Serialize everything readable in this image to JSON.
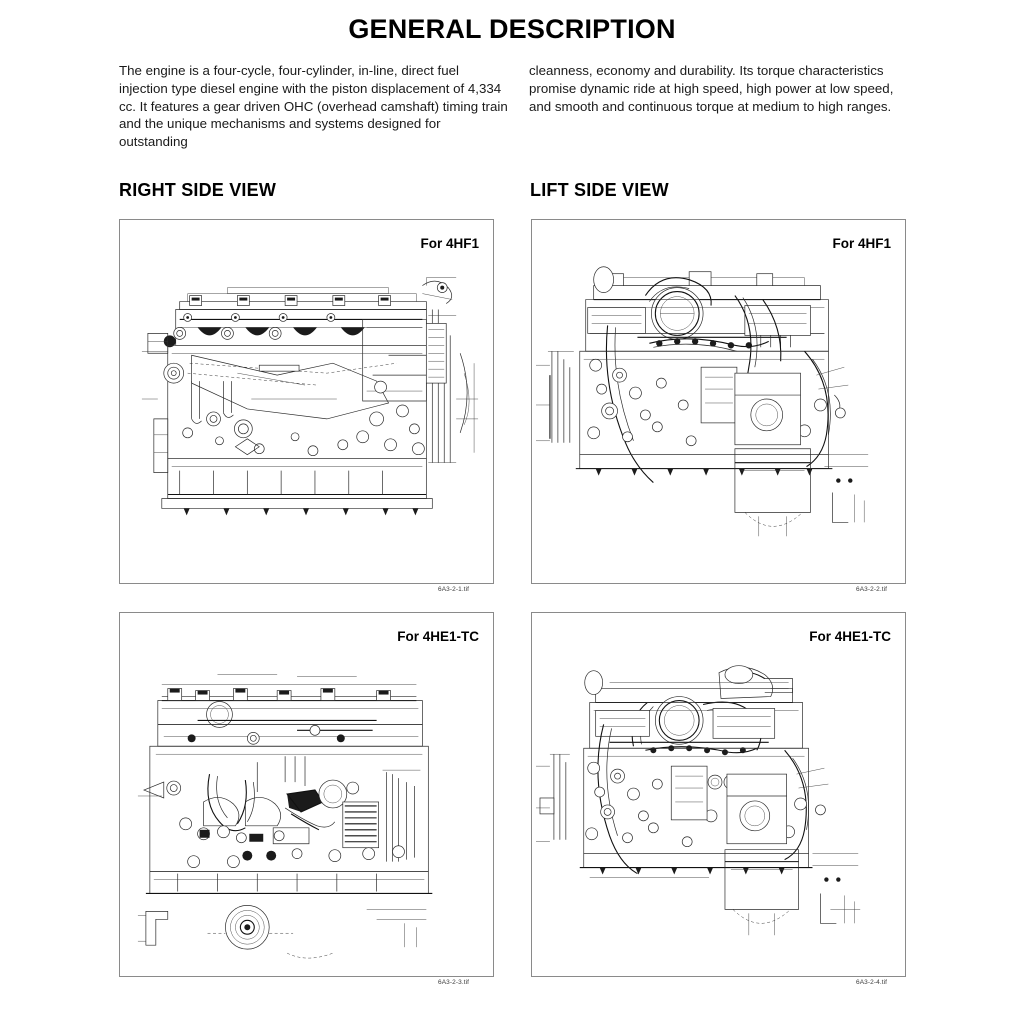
{
  "document": {
    "title": "GENERAL DESCRIPTION"
  },
  "intro": {
    "left_paragraph": "The engine is a four-cycle, four-cylinder, in-line, direct fuel injection type diesel engine with the piston displacement of 4,334 cc. It features a gear driven OHC (overhead camshaft) timing train and the unique mechanisms and systems designed for outstanding",
    "right_paragraph": "cleanness, economy and durability. Its torque characteristics promise dynamic ride at high speed, high power at low speed, and smooth and continuous torque at medium to high ranges."
  },
  "sections": {
    "right_side": {
      "heading": "RIGHT SIDE VIEW"
    },
    "left_side": {
      "heading": "LIFT SIDE VIEW"
    }
  },
  "figures": [
    {
      "id": "fig-right-4hf1",
      "label": "For 4HF1",
      "caption": "6A3-2-1.tif",
      "view": "RIGHT SIDE VIEW",
      "engine_model": "4HF1"
    },
    {
      "id": "fig-left-4hf1",
      "label": "For 4HF1",
      "caption": "6A3-2-2.tif",
      "view": "LIFT SIDE VIEW",
      "engine_model": "4HF1"
    },
    {
      "id": "fig-right-4he1tc",
      "label": "For 4HE1-TC",
      "caption": "6A3-2-3.tif",
      "view": "RIGHT SIDE VIEW",
      "engine_model": "4HE1-TC"
    },
    {
      "id": "fig-left-4he1tc",
      "label": "For 4HE1-TC",
      "caption": "6A3-2-4.tif",
      "view": "LIFT SIDE VIEW",
      "engine_model": "4HE1-TC"
    }
  ],
  "colors": {
    "page_background": "#ffffff",
    "text": "#000000",
    "panel_border": "#8a8a8a",
    "drawing_line": "#2b2b2b",
    "caption_text": "#3b3b3b"
  }
}
